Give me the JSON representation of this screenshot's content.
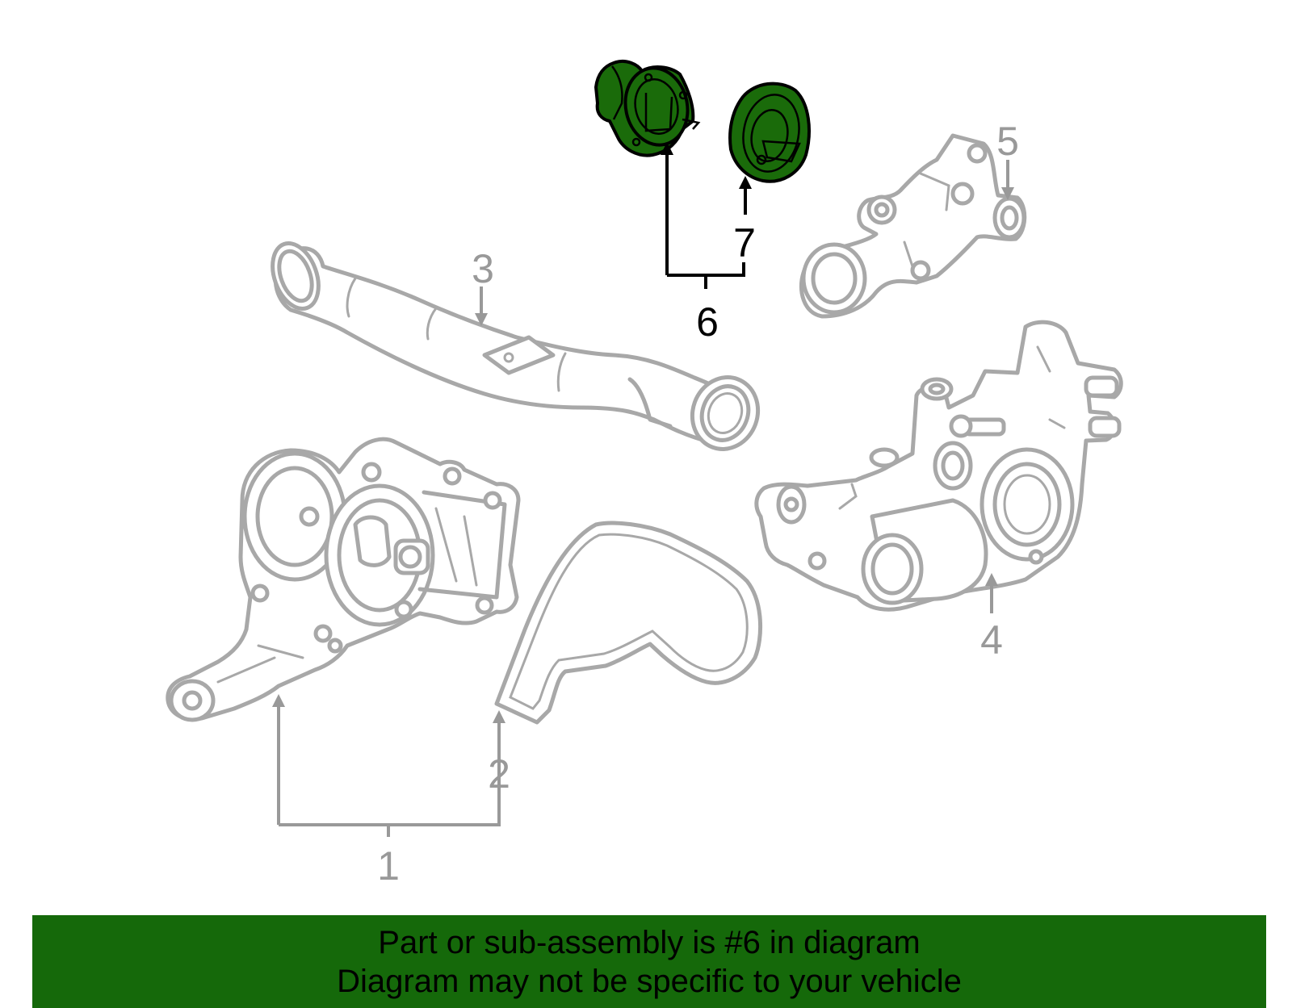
{
  "callouts": {
    "c1": "1",
    "c2": "2",
    "c3": "3",
    "c4": "4",
    "c5": "5",
    "c6": "6",
    "c7": "7"
  },
  "banner": {
    "line1": "Part or sub-assembly is #6 in diagram",
    "line2": "Diagram may not be specific to your vehicle"
  },
  "colors": {
    "highlight": "#1a6b0a",
    "banner": "#15690a",
    "part_outline": "#a8a8a8"
  }
}
